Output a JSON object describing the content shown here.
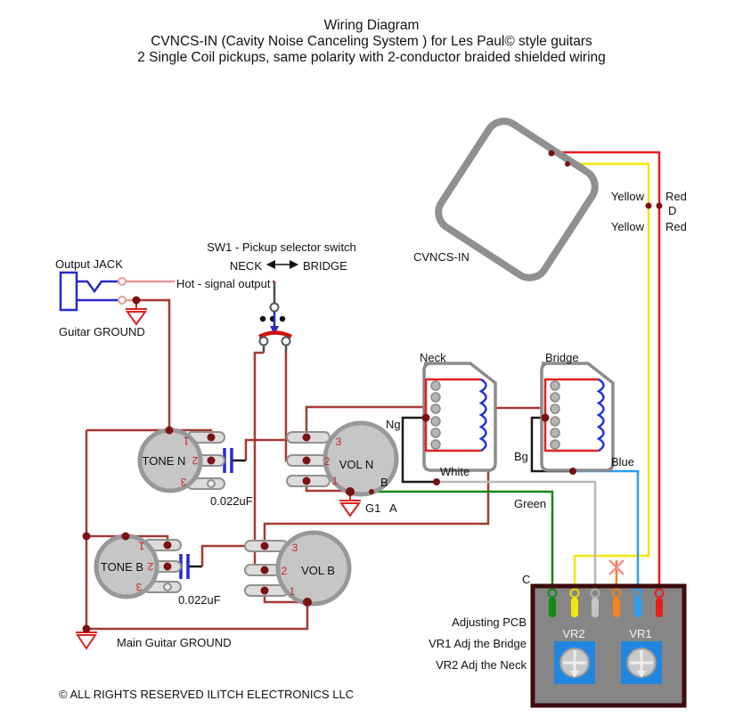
{
  "title": {
    "line1": "Wiring Diagram",
    "line2": "CVNCS-IN (Cavity Noise Canceling System ) for Les Paul© style guitars",
    "line3": "2 Single Coil pickups, same polarity with 2-conductor braided shielded wiring"
  },
  "output_jack": {
    "label": "Output JACK",
    "hot_label": "Hot - signal output",
    "ground_label": "Guitar GROUND"
  },
  "selector_switch": {
    "label": "SW1 - Pickup selector switch",
    "left": "NECK",
    "right": "BRIDGE"
  },
  "module": {
    "name": "CVNCS-IN",
    "wires": {
      "yellow_upper": "Yellow",
      "red_upper": "Red",
      "yellow_lower": "Yellow",
      "red_lower": "Red"
    }
  },
  "points": {
    "a": "A",
    "b": "B",
    "c": "C",
    "d": "D",
    "g1": "G1"
  },
  "pots": {
    "tone_n": {
      "name": "TONE N",
      "lug1": "1",
      "lug2": "2",
      "lug3": "3",
      "cap_value": "0.022uF"
    },
    "vol_n": {
      "name": "VOL N",
      "lug1": "1",
      "lug2": "2",
      "lug3": "3"
    },
    "tone_b": {
      "name": "TONE B",
      "lug1": "1",
      "lug2": "2",
      "lug3": "3",
      "cap_value": "0.022uF"
    },
    "vol_b": {
      "name": "VOL B",
      "lug1": "1",
      "lug2": "2",
      "lug3": "3"
    }
  },
  "pickups": {
    "neck": {
      "name": "Neck",
      "ground_point": "Ng"
    },
    "bridge": {
      "name": "Bridge",
      "ground_point": "Bg"
    }
  },
  "wire_labels": {
    "white": "White",
    "blue": "Blue",
    "green": "Green"
  },
  "pcb": {
    "title": "Adjusting PCB",
    "note_vr1": "VR1 Adj the Bridge",
    "note_vr2": "VR2 Adj the Neck",
    "trimmer_left": "VR2",
    "trimmer_right": "VR1"
  },
  "main_ground_label": "Main Guitar GROUND",
  "copyright": "© ALL RIGHTS RESERVED  ILITCH ELECTRONICS LLC",
  "colors": {
    "wire_red": "#a33a33",
    "signal_salmon": "#e89898",
    "bright_red": "#e02020",
    "cap_blue": "#2929cc",
    "wire_green": "#118811",
    "wire_yellow": "#f2e70c",
    "wire_white": "#b8b8b8",
    "wire_orange": "#f58220",
    "wire_blue": "#2a9df4",
    "wire_red_bright": "#ea1c1c",
    "trimmer_blue": "#2086e0"
  }
}
